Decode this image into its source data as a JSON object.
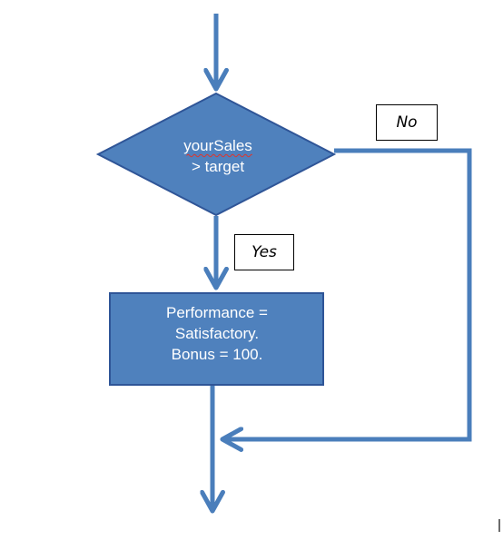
{
  "diagram": {
    "decision": {
      "line1": "yourSales",
      "line2": "> target"
    },
    "process": {
      "line1": "Performance =",
      "line2": "Satisfactory.",
      "line3": "Bonus = 100."
    },
    "yes_label": "Yes",
    "no_label": "No",
    "colors": {
      "shape_fill": "#4F81BD",
      "shape_border": "#2F5597",
      "connector": "#4A7EBB",
      "text": "#FFFFFF"
    }
  }
}
